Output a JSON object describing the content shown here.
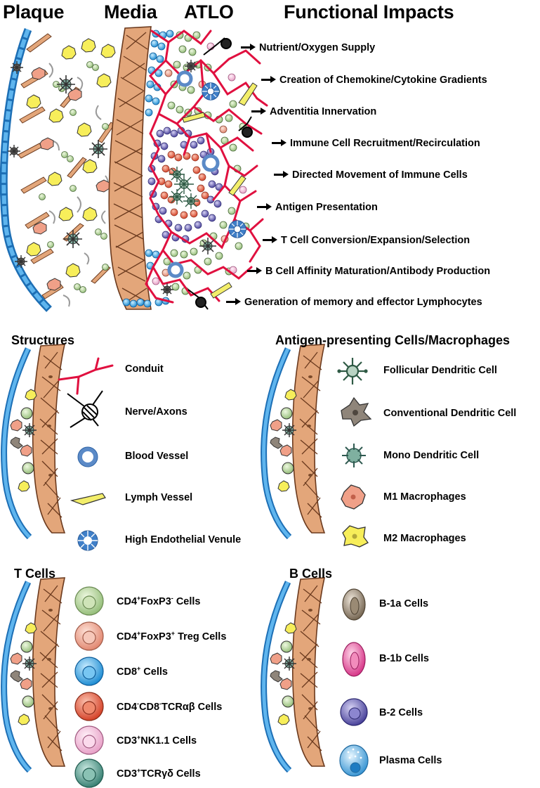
{
  "headers": {
    "plaque": "Plaque",
    "media": "Media",
    "atlo": "ATLO",
    "impacts": "Functional Impacts"
  },
  "impacts": [
    "Nutrient/Oxygen Supply",
    "Creation of Chemokine/Cytokine Gradients",
    "Adventitia Innervation",
    "Immune Cell Recruitment/Recirculation",
    "Directed Movement of Immune Cells",
    "Antigen Presentation",
    "T Cell Conversion/Expansion/Selection",
    "B Cell Affinity Maturation/Antibody Production",
    "Generation of memory and effector Lymphocytes"
  ],
  "structures": {
    "title": "Structures",
    "items": [
      {
        "label": "Conduit",
        "icon": "conduit-icon",
        "color": "#e0103f"
      },
      {
        "label": "Nerve/Axons",
        "icon": "nerve-icon",
        "color": "#000000"
      },
      {
        "label": "Blood Vessel",
        "icon": "blood-vessel-icon",
        "color": "#5b8ac7"
      },
      {
        "label": "Lymph Vessel",
        "icon": "lymph-vessel-icon",
        "color": "#f3ee6a"
      },
      {
        "label": "High Endothelial Venule",
        "icon": "hev-icon",
        "color": "#3f7fc8"
      }
    ]
  },
  "apc": {
    "title": "Antigen-presenting Cells/Macrophages",
    "items": [
      {
        "label": "Follicular Dendritic Cell",
        "icon": "follicular-dendritic-cell-icon",
        "color": "#b9d3c3"
      },
      {
        "label": "Conventional Dendritic Cell",
        "icon": "conventional-dendritic-cell-icon",
        "color": "#8f857a"
      },
      {
        "label": "Mono Dendritic Cell",
        "icon": "mono-dendritic-cell-icon",
        "color": "#7fb0a0"
      },
      {
        "label": "M1 Macrophages",
        "icon": "m1-macrophage-icon",
        "color": "#f0a088"
      },
      {
        "label": "M2 Macrophages",
        "icon": "m2-macrophage-icon",
        "color": "#f7ee5a"
      }
    ]
  },
  "tcells": {
    "title": "T Cells",
    "items": [
      {
        "base": "CD4",
        "sup1": "+",
        "mid": "FoxP3",
        "sup2": "-",
        "tail": " Cells",
        "color": "#b6d49a"
      },
      {
        "base": "CD4",
        "sup1": "+",
        "mid": "FoxP3",
        "sup2": "+",
        "tail": " Treg Cells",
        "color": "#f0a592"
      },
      {
        "base": "CD8",
        "sup1": "+",
        "mid": "",
        "sup2": "",
        "tail": " Cells",
        "color": "#2aa6e6"
      },
      {
        "base": "CD4",
        "sup1": "-",
        "mid": "CD8",
        "sup2": "-",
        "tail": "TCRαβ Cells",
        "color": "#ea5a3c"
      },
      {
        "base": "CD3",
        "sup1": "+",
        "mid": "NK1.1",
        "sup2": "",
        "tail": " Cells",
        "color": "#f4b6d6"
      },
      {
        "base": "CD3",
        "sup1": "+",
        "mid": "TCRγδ",
        "sup2": "",
        "tail": " Cells",
        "color": "#4f9a8c"
      }
    ]
  },
  "bcells": {
    "title": "B Cells",
    "items": [
      {
        "label": "B-1a Cells",
        "icon": "b1a-cell-icon",
        "color": "#8a7a66"
      },
      {
        "label": "B-1b Cells",
        "icon": "b1b-cell-icon",
        "color": "#e84a98"
      },
      {
        "label": "B-2 Cells",
        "icon": "b2-cell-icon",
        "color": "#5f58b0"
      },
      {
        "label": "Plasma Cells",
        "icon": "plasma-cell-icon",
        "color": "#4aa6e0"
      }
    ]
  }
}
